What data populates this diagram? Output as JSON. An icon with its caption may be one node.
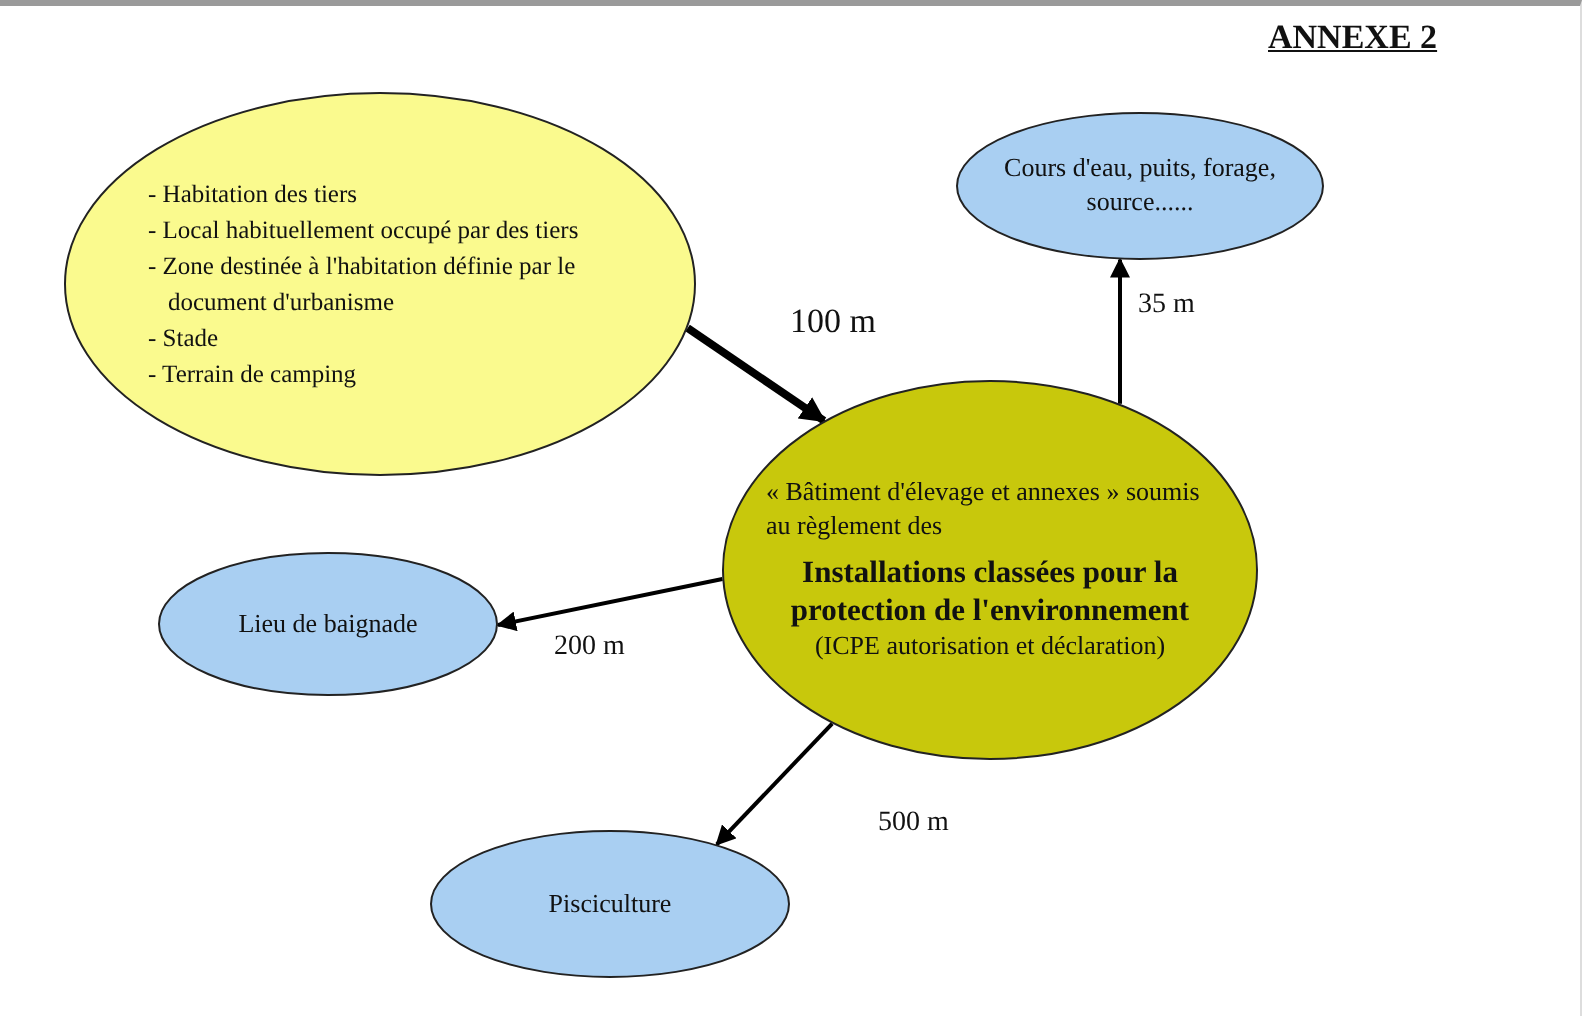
{
  "diagram": {
    "title": "ANNEXE 2",
    "nodes": [
      {
        "text": [
          "- Habitation des tiers",
          "- Local habituellement occupé par des tiers",
          "- Zone destinée à l'habitation définie par le document d'urbanisme",
          "- Stade",
          "- Terrain de camping"
        ]
      },
      {
        "text": [
          "Cours d'eau, puits, forage, source......"
        ]
      },
      {
        "text": [
          "« Bâtiment d'élevage et annexes » soumis au règlement des",
          "Installations classées pour la protection de l'environnement",
          "(ICPE autorisation et déclaration)"
        ]
      },
      {
        "text": [
          "Lieu de baignade"
        ]
      },
      {
        "text": [
          "Pisciculture"
        ]
      }
    ],
    "edges": [
      {
        "from": 0,
        "to": 2,
        "arrow": "to",
        "label": "100 m",
        "style": "thick"
      },
      {
        "from": 2,
        "to": 1,
        "arrow": "to",
        "label": "35 m"
      },
      {
        "from": 2,
        "to": 3,
        "arrow": "to",
        "label": "200 m"
      },
      {
        "from": 2,
        "to": 4,
        "arrow": "to",
        "label": "500 m"
      }
    ]
  }
}
